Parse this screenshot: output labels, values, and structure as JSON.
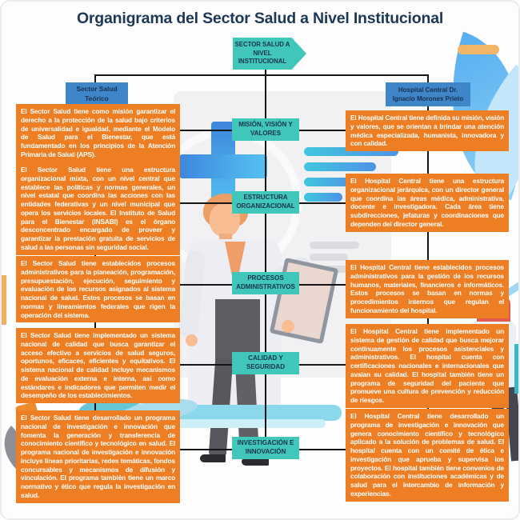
{
  "title": "Organigrama del Sector Salud a Nivel Institucional",
  "root": {
    "label": "SECTOR SALUD A NIVEL INSTITUCIONAL"
  },
  "left_header": "Sector Salud Teórico",
  "right_header": "Hospital Central Dr. Ignacio Morones Prieto",
  "rows": [
    {
      "topic": "MISIÓN, VISIÓN Y VALORES",
      "left": "El Sector Salud tiene como misión garantizar el derecho a la protección de la salud bajo criterios de universalidad e igualdad, mediante el Modelo de Salud para el Bienestar, que está fundamentado en los principios de la Atención Primaria de Salud (APS).",
      "right": "El Hospital Central tiene definida su misión, visión y valores, que se orientan a brindar una atención médica especializada, humanista, innovadora y con calidad."
    },
    {
      "topic": "ESTRUCTURA ORGANIZACIONAL",
      "left": "El Sector Salud tiene una estructura organizacional mixta, con un nivel central que establece las políticas y normas generales, un nivel estatal que coordina las acciones con las entidades federativas y un nivel municipal que opera los servicios locales. El Instituto de Salud para el Bienestar (INSABI) es el órgano desconcentrado encargado de proveer y garantizar la prestación gratuita de servicios de salud a las personas sin seguridad social.",
      "right": "El Hospital Central tiene una estructura organizacional jerárquica, con un director general que coordina las áreas médica, administrativa, docente e investigadora. Cada área tiene subdirecciones, jefaturas y coordinaciones que dependen del director general."
    },
    {
      "topic": "PROCESOS ADMINISTRATIVOS",
      "left": "El Sector Salud tiene establecidos procesos administrativos para la planeación, programación, presupuestación, ejecución, seguimiento y evaluación de los recursos asignados al sistema nacional de salud. Estos procesos se basan en normas y lineamientos federales que rigen la operación del sistema.",
      "right": "El Hospital Central tiene establecidos procesos administrativos para la gestión de los recursos humanos, materiales, financieros e informáticos. Estos procesos se basan en normas y procedimientos internos que regulan el funcionamiento del hospital."
    },
    {
      "topic": "CALIDAD Y SEGURIDAD",
      "left": "El Sector Salud tiene implementado un sistema nacional de calidad que busca garantizar el acceso efectivo a servicios de salud seguros, oportunos, eficaces, eficientes y equitativos. El sistema nacional de calidad incluye mecanismos de evaluación externa e interna, así como estándares e indicadores que permiten medir el desempeño de los establecimientos.",
      "right": "El Hospital Central tiene implementado un sistema de gestión de calidad que busca mejorar continuamente los procesos asistenciales y administrativos. El hospital cuenta con certificaciones nacionales e internacionales que avalan su calidad. El hospital también tiene un programa de seguridad del paciente que promueve una cultura de prevención y reducción de riesgos."
    },
    {
      "topic": "INVESTIGACIÓN E INNOVACIÓN",
      "left": "El Sector Salud tiene desarrollado un programa nacional de investigación e innovación que fomenta la generación y transferencia de conocimiento científico y tecnológico en salud. El programa nacional de investigación e innovación incluye líneas prioritarias, redes temáticas, fondos concursables y mecanismos de difusión y vinculación. El programa también tiene un marco normativo y ético que regula la investigación en salud.",
      "right": "El Hospital Central tiene desarrollado un programa de investigación e innovación que genera conocimiento científico y tecnológico aplicado a la solución de problemas de salud. El hospital cuenta con un comité de ética e investigación que aprueba y supervisa los proyectos. El hospital también tiene convenios de colaboración con instituciones académicas y de salud para el intercambio de información y experiencias."
    }
  ],
  "colors": {
    "teal": "#41c7b9",
    "blue": "#3e86c7",
    "orange": "#ed7e23",
    "navy": "#1d3756",
    "line": "#161616"
  }
}
